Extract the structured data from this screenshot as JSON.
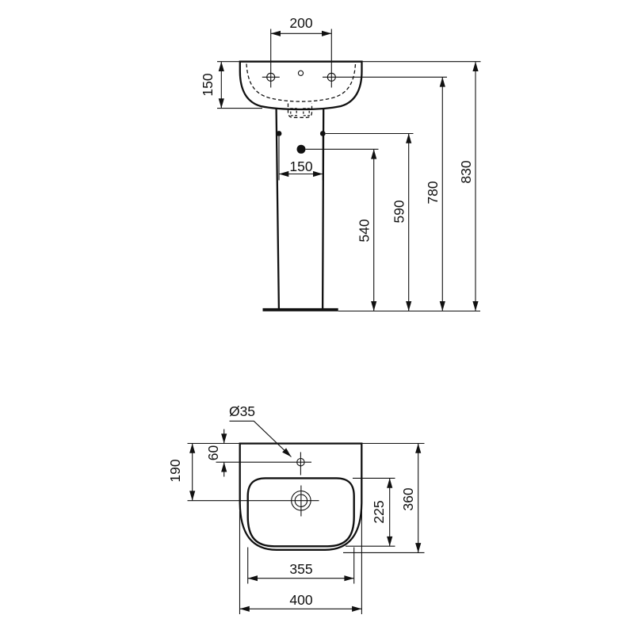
{
  "drawing": {
    "description": "Pedestal washbasin dimensional drawing, front elevation and plan view",
    "line_color": "#111111",
    "background_color": "#ffffff",
    "front_view": {
      "dim_tap_hole_spacing": "200",
      "dim_basin_height": "150",
      "dim_pedestal_fixing_spacing": "150",
      "dim_inlet_height": "540",
      "dim_fixing_height": "590",
      "dim_tap_deck_height": "780",
      "dim_overall_height": "830"
    },
    "plan_view": {
      "dim_tap_hole_diameter": "Ø35",
      "dim_tap_hole_offset": "60",
      "dim_drain_offset": "190",
      "dim_bowl_depth": "225",
      "dim_overall_depth": "360",
      "dim_bowl_width": "355",
      "dim_overall_width": "400"
    }
  }
}
